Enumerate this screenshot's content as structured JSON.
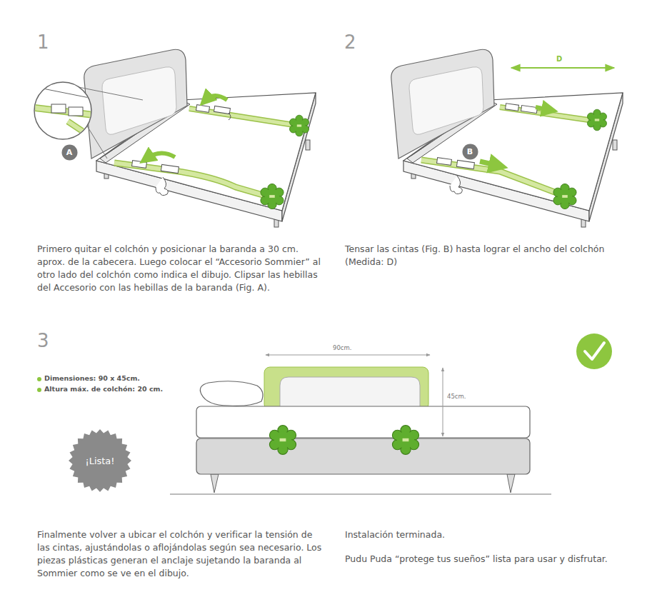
{
  "diagram": {
    "nodes": [
      {
        "text": [
          "A"
        ]
      },
      {
        "text": [
          "B"
        ]
      },
      {
        "text": [
          "¡Lista!"
        ]
      }
    ],
    "labels": [
      "1",
      "Primero quitar el colchón y posicionar la baranda a 30 cm. aprox. de la cabecera. Luego colocar el “Accesorio Sommier” al otro lado del colchón como indica el dibujo. Clipsar las hebillas del Accesorio con las hebillas de la baranda (Fig. A).",
      "2",
      "D",
      "Tensar las cintas (Fig. B) hasta lograr el ancho del colchón (Medida: D)",
      "3",
      "Dimensiones: 90 x 45cm.",
      "Altura máx. de colchón: 20 cm.",
      "90cm.",
      "45cm.",
      "Finalmente volver a ubicar el colchón y verificar la tensión de las cintas, ajustándolas o aflojándolas según sea necesario. Los piezas plásticas generan el anclaje sujetando la baranda al Sommier como se ve en el dibujo.",
      "Instalación terminada.",
      "Pudu Puda “protege tus sueños” lista para usar y disfrutar."
    ]
  }
}
